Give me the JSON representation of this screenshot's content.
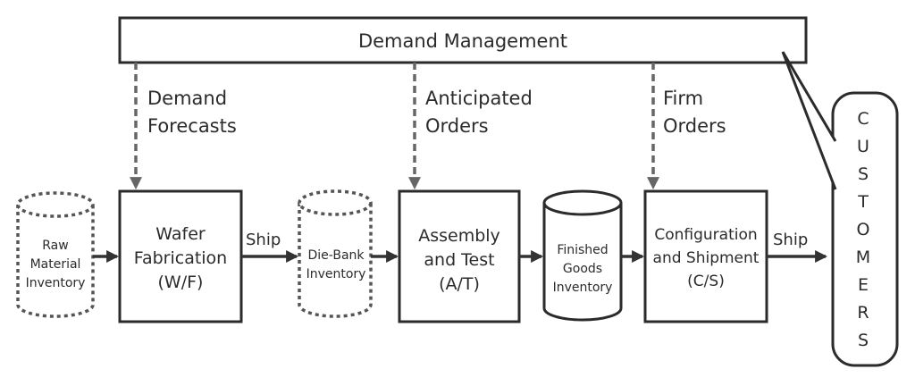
{
  "demand_management": {
    "label": "Demand Management"
  },
  "info_flows": [
    {
      "line1": "Demand",
      "line2": "Forecasts"
    },
    {
      "line1": "Anticipated",
      "line2": "Orders"
    },
    {
      "line1": "Firm",
      "line2": "Orders"
    }
  ],
  "inventories": {
    "raw_material": [
      "Raw",
      "Material",
      "Inventory"
    ],
    "die_bank": [
      "Die-Bank",
      "Inventory"
    ],
    "finished_goods": [
      "Finished",
      "Goods",
      "Inventory"
    ]
  },
  "processes": {
    "wafer_fab": [
      "Wafer",
      "Fabrication",
      "(W/F)"
    ],
    "assembly_test": [
      "Assembly",
      "and Test",
      "(A/T)"
    ],
    "config_ship": [
      "Configuration",
      "and Shipment",
      "(C/S)"
    ]
  },
  "ship_labels": {
    "first": "Ship",
    "second": "Ship"
  },
  "customers": {
    "letters": [
      "C",
      "U",
      "S",
      "T",
      "O",
      "M",
      "E",
      "R",
      "S"
    ]
  },
  "colors": {
    "line": "#2b2b2b",
    "dashed": "#666666",
    "text": "#2b2b2b",
    "background": "#ffffff"
  }
}
